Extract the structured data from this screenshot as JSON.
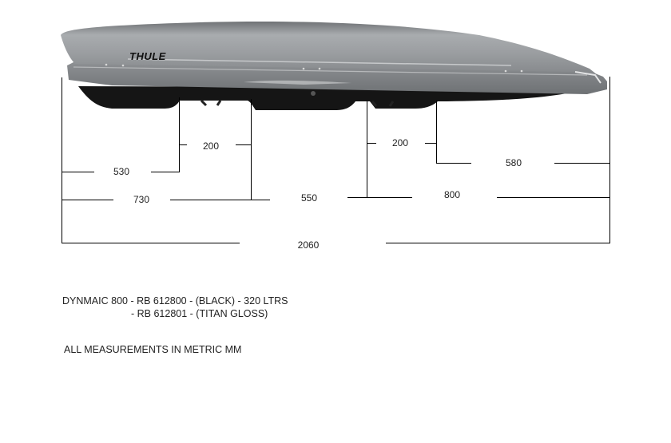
{
  "product": {
    "brand_logo": "THULE",
    "illustration": "roof-box-side-view",
    "box_color": "#8e9194"
  },
  "dimensions": {
    "unit": "mm",
    "items": [
      {
        "id": "front-to-first-bar-offset",
        "label": "530"
      },
      {
        "id": "front-bar-width",
        "label": "200"
      },
      {
        "id": "front-to-front-bar-end",
        "label": "730"
      },
      {
        "id": "bar-spacing",
        "label": "550"
      },
      {
        "id": "rear-bar-width",
        "label": "200"
      },
      {
        "id": "rear-offset",
        "label": "580"
      },
      {
        "id": "rear-bar-to-end",
        "label": "800"
      },
      {
        "id": "overall-length",
        "label": "2060"
      }
    ]
  },
  "notes": {
    "model_line_1": "DYNMAIC 800 - RB 612800 - (BLACK) - 320 LTRS",
    "model_line_2": "- RB 612801 - (TITAN GLOSS)",
    "units_note": "ALL MEASUREMENTS IN METRIC MM"
  }
}
